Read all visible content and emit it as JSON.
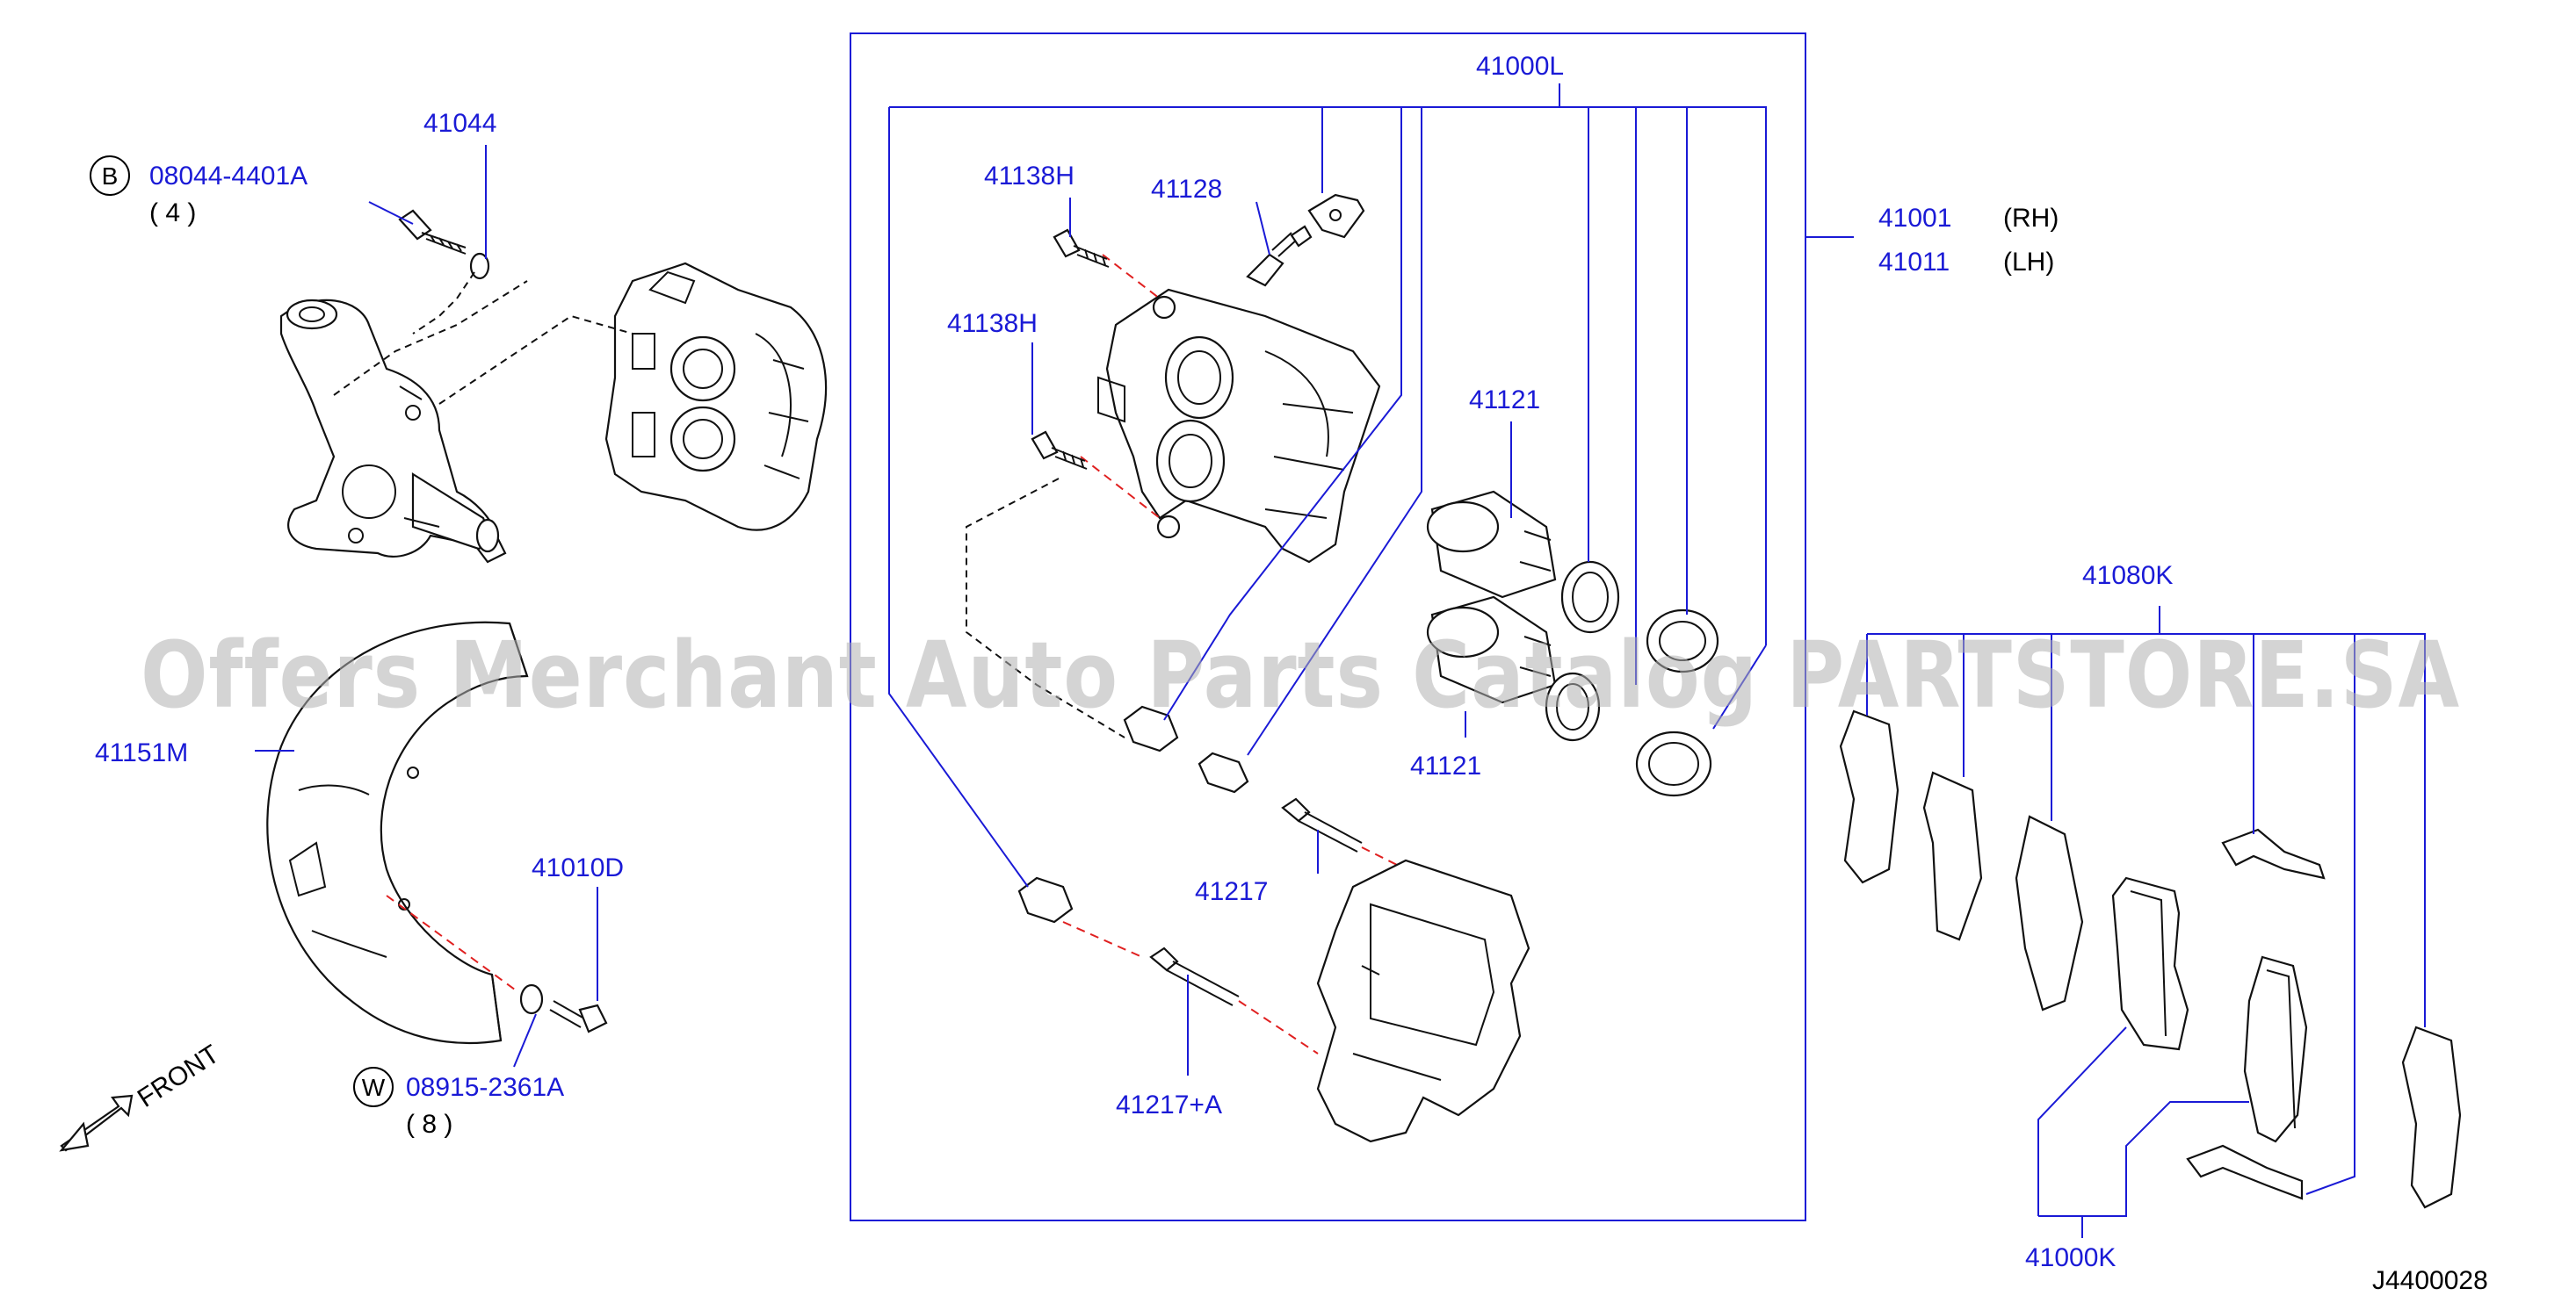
{
  "labels": {
    "p41044": "41044",
    "bolt_b_code": "08044-4401A",
    "bolt_b_qty": "( 4 )",
    "p41151m": "41151M",
    "p41010d": "41010D",
    "bolt_w_code": "08915-2361A",
    "bolt_w_qty": "( 8 )",
    "front": "FRONT",
    "p41000l": "41000L",
    "p41138h_a": "41138H",
    "p41128": "41128",
    "p41138h_b": "41138H",
    "p41121_a": "41121",
    "p41121_b": "41121",
    "p41217": "41217",
    "p41217a": "41217+A",
    "p41001": "41001",
    "rh": "(RH)",
    "p41011": "41011",
    "lh": "(LH)",
    "p41080k": "41080K",
    "p41000k": "41000K",
    "diagram_id": "J4400028"
  },
  "markers": {
    "b": "B",
    "w": "W"
  },
  "watermark": "Offers Merchant Auto Parts Catalog PARTSTORE.SA",
  "colors": {
    "callout_text": "#1a1ad6",
    "leader_line": "#1a1ad6",
    "centerline": "#e02020",
    "watermark": "#b0b0b0"
  }
}
